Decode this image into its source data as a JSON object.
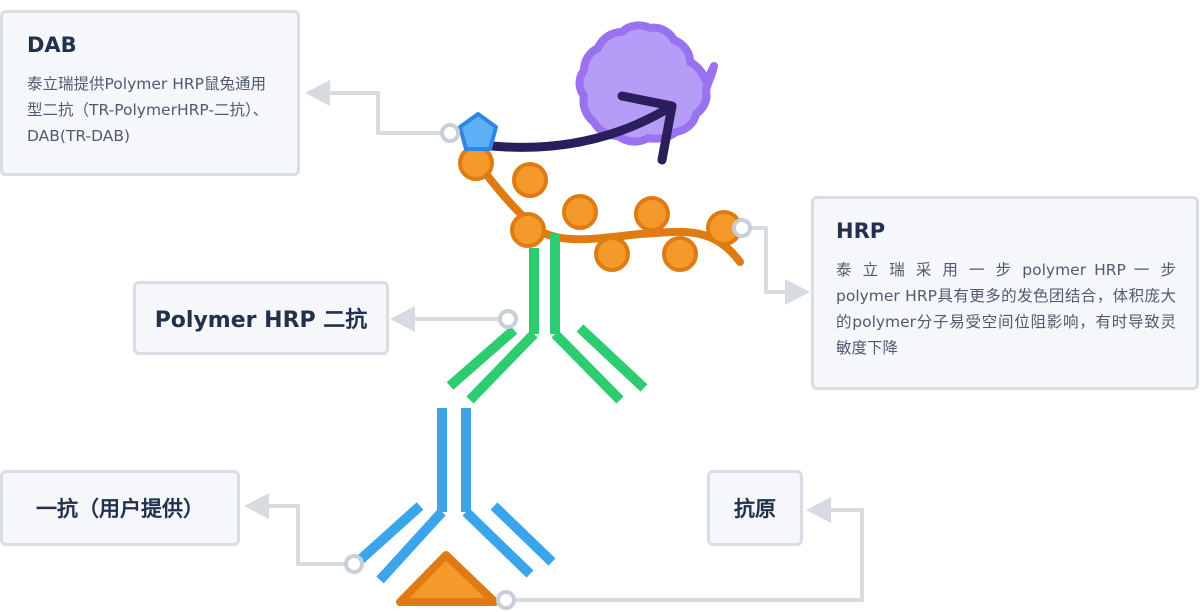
{
  "labels": {
    "dab": {
      "title": "DAB",
      "desc": "泰立瑞提供Polymer HRP鼠兔通用型二抗（TR-PolymerHRP-二抗）、DAB(TR-DAB)"
    },
    "hrp": {
      "title": "HRP",
      "desc": "泰 立 瑞 采 用 一 步 polymer HRP 一 步 polymer HRP具有更多的发色团结合，体积庞大的polymer分子易受空间位阻影响，有时导致灵敏度下降"
    },
    "secondary_antibody": "Polymer HRP 二抗",
    "primary_antibody": "一抗（用户提供）",
    "antigen": "抗原"
  },
  "colors": {
    "dab_pentagon": "#4a90e2",
    "reaction_arrow": "#2a1e5c",
    "product_star": "#b59cf7",
    "polymer_beads": "#f39a2a",
    "secondary_antibody": "#2ecc71",
    "primary_antibody": "#3aa5ea",
    "antigen": "#f39a2a",
    "connector": "#d6dbe2"
  }
}
